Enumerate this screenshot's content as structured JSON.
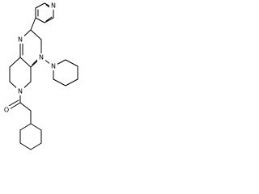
{
  "structure": {
    "atoms": {
      "pyridine_n": "N",
      "pyrimidine_n_top": "N",
      "pyrimidine_n_bottom": "N",
      "piperidine_n": "N",
      "ring_n": "N",
      "carbonyl_o": "O"
    }
  }
}
